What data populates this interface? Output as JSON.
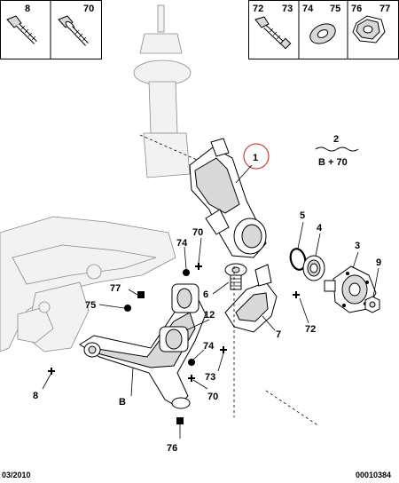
{
  "hardware_box_left": {
    "items": [
      "8",
      "70"
    ]
  },
  "hardware_box_right": {
    "items": [
      "72",
      "73",
      "74",
      "75",
      "76",
      "77"
    ]
  },
  "callout_2": {
    "number": "2",
    "formula": "B + 70"
  },
  "labels": {
    "p1": "1",
    "p3": "3",
    "p4": "4",
    "p5": "5",
    "p6": "6",
    "p7": "7",
    "p8": "8",
    "p9": "9",
    "p12": "12",
    "p70a": "70",
    "p70b": "70",
    "p72": "72",
    "p73": "73",
    "p74a": "74",
    "p74b": "74",
    "p75": "75",
    "p76": "76",
    "p77": "77",
    "pB": "B"
  },
  "footer": {
    "date": "03/2010",
    "reference": "00010384"
  },
  "colors": {
    "ink": "#000000",
    "shade": "#d9d9d9",
    "highlight": "#d04a4a"
  }
}
